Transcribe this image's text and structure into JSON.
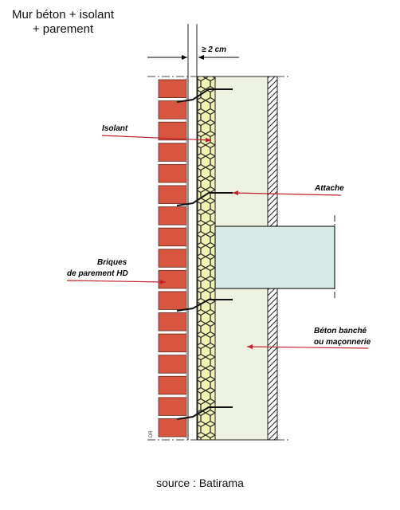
{
  "title_line1": "Mur béton + isolant",
  "title_line2": "+ parement",
  "labels": {
    "dimension": "≥ 2 cm",
    "isolant": "Isolant",
    "attache": "Attache",
    "briques_1": "Briques",
    "briques_2": "de parement HD",
    "beton_1": "Béton banché",
    "beton_2": "ou maçonnerie",
    "signature": "DR"
  },
  "source": "source : Batirama",
  "colors": {
    "brick": "#d8553f",
    "insulation": "#f0f3b4",
    "concrete": "#eef2e0",
    "slab": "#d7ebe6",
    "arrow": "#c21f2d"
  }
}
